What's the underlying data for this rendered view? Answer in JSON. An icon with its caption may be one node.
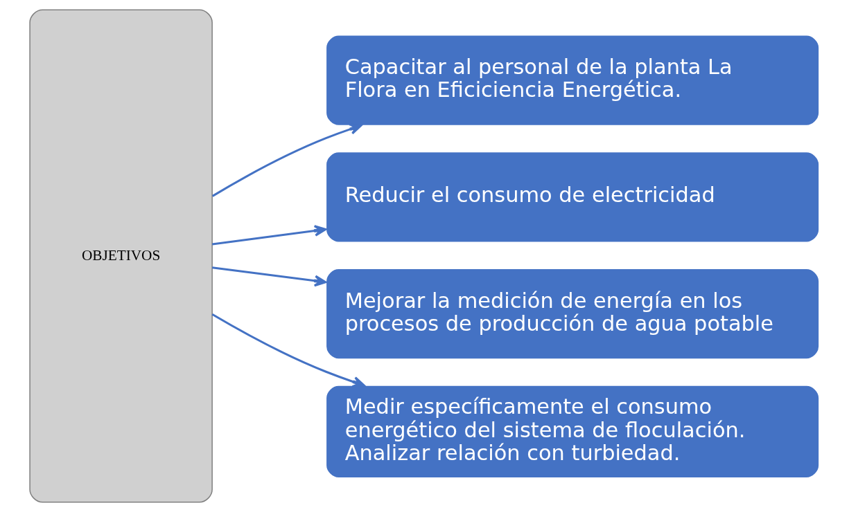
{
  "diagram": {
    "nodes": [
      {
        "text": [
          "OBJETIVOS"
        ]
      },
      {
        "text": [
          "Capacitar al personal de la planta La Flora en Eficiciencia Energética."
        ]
      },
      {
        "text": [
          "Reducir el consumo de electricidad"
        ]
      },
      {
        "text": [
          "Mejorar la medición de energía en los procesos de producción de agua potable"
        ]
      },
      {
        "text": [
          "Medir específicamente el consumo energético del sistema de floculación. Analizar relación con turbiedad."
        ]
      }
    ],
    "edges": [
      {
        "from": 0,
        "to": 1,
        "arrow": "to"
      },
      {
        "from": 0,
        "to": 2,
        "arrow": "to"
      },
      {
        "from": 0,
        "to": 3,
        "arrow": "to"
      },
      {
        "from": 0,
        "to": 4,
        "arrow": "to"
      }
    ]
  }
}
